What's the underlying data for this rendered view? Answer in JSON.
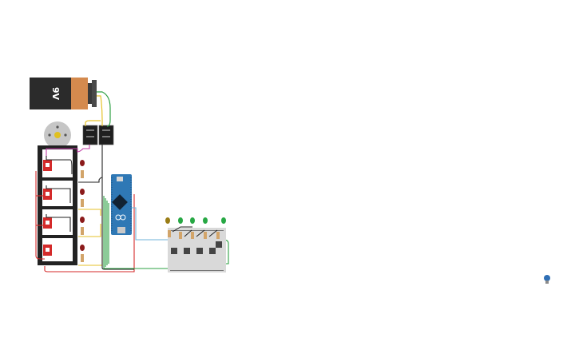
{
  "battery": {
    "label": "9V"
  },
  "colors": {
    "background": "#ffffff",
    "battery_body": "#2b2b2b",
    "battery_cap": "#d48a4e",
    "breadboard": "#222222",
    "breadboard_small": "#d9d9d9",
    "module_red": "#d42a2a",
    "arduino_blue": "#2f78b5",
    "wire_red": "#d42a2a",
    "wire_green": "#2ea043",
    "wire_yellow": "#e6c229",
    "wire_magenta": "#c13fa5",
    "wire_blue": "#6fb3d8",
    "wire_black": "#222222",
    "led_green": "#27a844",
    "led_olive": "#9a7d16",
    "led_red": "#8b1a1a"
  },
  "components": {
    "red_modules": 4,
    "right_leds": 5,
    "left_leds": 4,
    "push_buttons": 5
  }
}
